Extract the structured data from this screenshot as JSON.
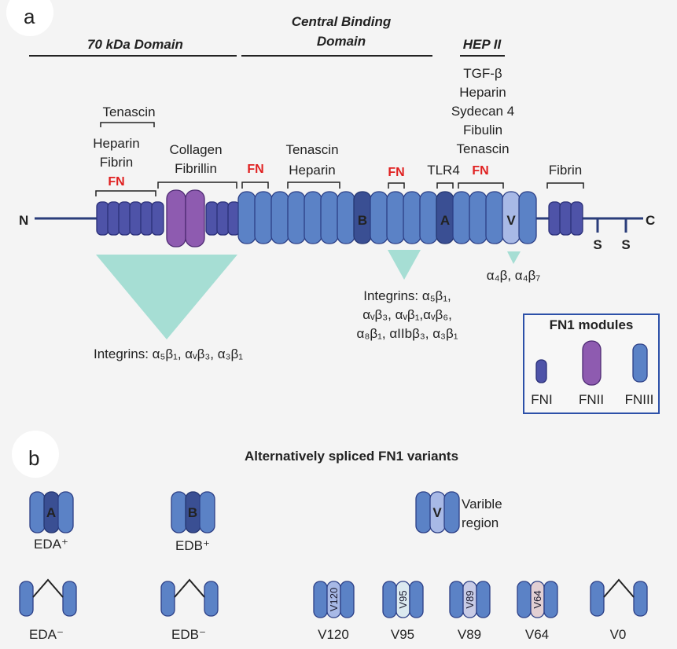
{
  "panel_a_label": "a",
  "panel_b_label": "b",
  "domains": {
    "d70": "70 kDa Domain",
    "central_line1": "Central Binding",
    "central_line2": "Domain",
    "hep": "HEP II"
  },
  "termini": {
    "n": "N",
    "c": "C",
    "s1": "S",
    "s2": "S"
  },
  "binding": {
    "tenascin_top": "Tenascin",
    "heparin1": "Heparin",
    "fibrin1": "Fibrin",
    "collagen": "Collagen",
    "fibrillin": "Fibrillin",
    "tenascin2": "Tenascin",
    "heparin2": "Heparin",
    "tlr4": "TLR4",
    "hep_list": [
      "TGF-β",
      "Heparin",
      "Sydecan 4",
      "Fibulin",
      "Tenascin"
    ],
    "fibrin2": "Fibrin",
    "fn": "FN"
  },
  "module_letters": {
    "b": "B",
    "a": "A",
    "v": "V"
  },
  "integrins": {
    "left": "Integrins: α₅β₁, αᵥβ₃, α₃β₁",
    "mid_1": "Integrins: α₅β₁,",
    "mid_2": "αᵥβ₃, αᵥβ₁,αᵥβ₆,",
    "mid_3": "α₈β₁, αIIbβ₃, α₃β₁",
    "right": "α₄β, α₄β₇"
  },
  "legend": {
    "title": "FN1 modules",
    "fni": "FNI",
    "fnii": "FNII",
    "fniii": "FNIII"
  },
  "variants": {
    "title": "Alternatively spliced FN1 variants",
    "eda_plus": "EDA⁺",
    "edb_plus": "EDB⁺",
    "variable_1": "Varible",
    "variable_2": "region",
    "eda_minus": "EDA⁻",
    "edb_minus": "EDB⁻",
    "v120": "V120",
    "v95": "V95",
    "v89": "V89",
    "v64": "V64",
    "v0": "V0",
    "v120_inner": "V120",
    "v95_inner": "V95",
    "v89_inner": "V89",
    "v64_inner": "V64"
  },
  "colors": {
    "fni": "#4e53a8",
    "fnii": "#8e5bb0",
    "fniii": "#5b82c6",
    "extra_domain": "#3a4f93",
    "variable": "#a8b9e6",
    "integrin_wedge": "#a6ded4",
    "fn_label": "#e02020"
  }
}
